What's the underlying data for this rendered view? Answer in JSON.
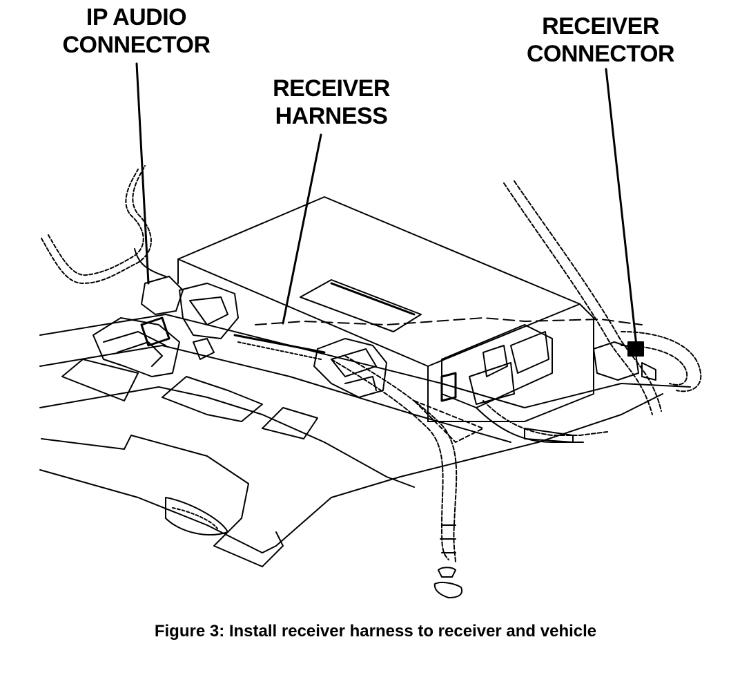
{
  "labels": {
    "ip_audio_connector": [
      "IP AUDIO",
      "CONNECTOR"
    ],
    "receiver_harness": [
      "RECEIVER",
      "HARNESS"
    ],
    "receiver_connector": [
      "RECEIVER",
      "CONNECTOR"
    ]
  },
  "caption": "Figure 3: Install receiver harness to receiver and vehicle",
  "colors": {
    "ink": "#000000",
    "background": "#ffffff"
  }
}
